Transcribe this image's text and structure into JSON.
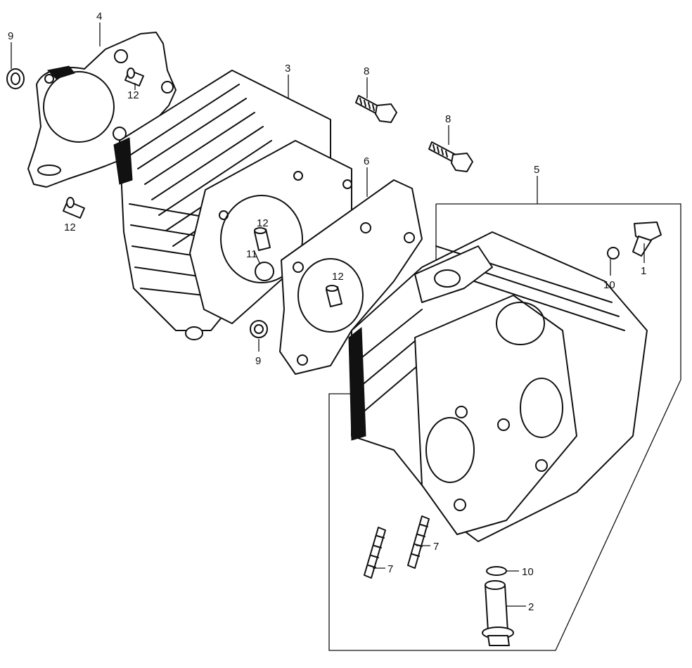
{
  "diagram": {
    "callouts": [
      {
        "id": "c9a",
        "text": "9"
      },
      {
        "id": "c4",
        "text": "4"
      },
      {
        "id": "c12a",
        "text": "12"
      },
      {
        "id": "c3",
        "text": "3"
      },
      {
        "id": "c8a",
        "text": "8"
      },
      {
        "id": "c8b",
        "text": "8"
      },
      {
        "id": "c6",
        "text": "6"
      },
      {
        "id": "c5",
        "text": "5"
      },
      {
        "id": "c12b",
        "text": "12"
      },
      {
        "id": "c12c",
        "text": "12"
      },
      {
        "id": "c11",
        "text": "11"
      },
      {
        "id": "c12d",
        "text": "12"
      },
      {
        "id": "c9b",
        "text": "9"
      },
      {
        "id": "c1",
        "text": "1"
      },
      {
        "id": "c10a",
        "text": "10"
      },
      {
        "id": "c7a",
        "text": "7"
      },
      {
        "id": "c7b",
        "text": "7"
      },
      {
        "id": "c10b",
        "text": "10"
      },
      {
        "id": "c2",
        "text": "2"
      }
    ]
  }
}
